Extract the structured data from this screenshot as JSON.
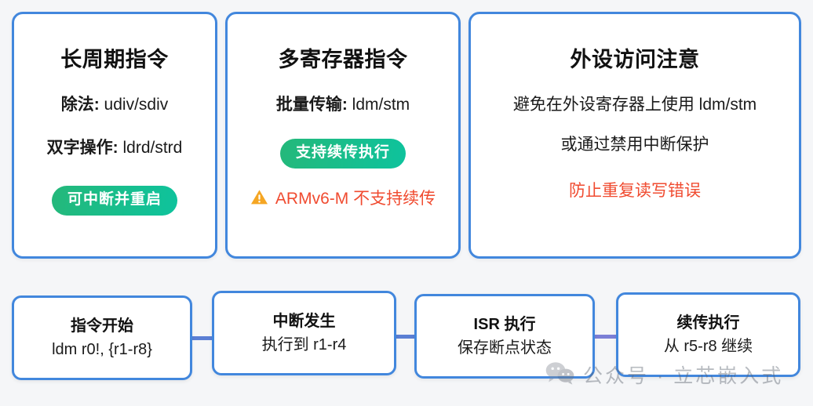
{
  "theme": {
    "page_background": "#f5f6f8",
    "card_border": "#4287dd",
    "card_background": "#ffffff",
    "pill_gradient_from": "#24b87a",
    "pill_gradient_to": "#0ec39d",
    "danger_text": "#f04b30",
    "warning_icon": "#f5a623",
    "connector": "#5b7fd4",
    "connector_last": "#7b7fd6"
  },
  "cards": [
    {
      "title": "长周期指令",
      "lines": [
        {
          "label": "除法:",
          "value": " udiv/sdiv"
        },
        {
          "label": "双字操作:",
          "value": " ldrd/strd"
        }
      ],
      "pill": "可中断并重启"
    },
    {
      "title": "多寄存器指令",
      "lines": [
        {
          "label": "批量传输:",
          "value": " ldm/stm"
        }
      ],
      "pill": "支持续传执行",
      "warning_icon": "warning-triangle-icon",
      "warning": "ARMv6-M 不支持续传"
    },
    {
      "title": "外设访问注意",
      "plain_lines": [
        "避免在外设寄存器上使用 ldm/stm",
        "或通过禁用中断保护"
      ],
      "danger": "防止重复读写错误"
    }
  ],
  "flow": {
    "steps": [
      {
        "title": "指令开始",
        "detail": "ldm r0!, {r1-r8}"
      },
      {
        "title": "中断发生",
        "detail": "执行到 r1-r4"
      },
      {
        "title": "ISR 执行",
        "detail": "保存断点状态"
      },
      {
        "title": "续传执行",
        "detail": "从 r5-r8 继续"
      }
    ]
  },
  "watermark": {
    "icon": "wechat-icon",
    "text": "公众号 · 立芯嵌入式"
  }
}
